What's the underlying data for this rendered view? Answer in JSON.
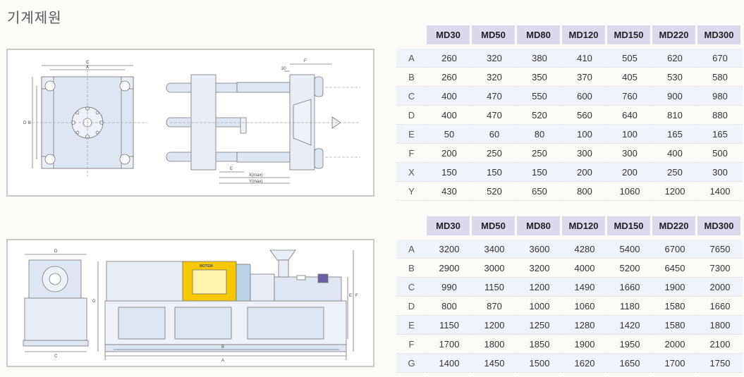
{
  "page": {
    "title": "기계제원"
  },
  "models": [
    "MD30",
    "MD50",
    "MD80",
    "MD120",
    "MD150",
    "MD220",
    "MD300"
  ],
  "table_mold": {
    "rows": [
      {
        "label": "A",
        "values": [
          "260",
          "320",
          "380",
          "410",
          "505",
          "620",
          "670"
        ]
      },
      {
        "label": "B",
        "values": [
          "260",
          "320",
          "350",
          "370",
          "405",
          "530",
          "580"
        ]
      },
      {
        "label": "C",
        "values": [
          "400",
          "470",
          "550",
          "600",
          "760",
          "900",
          "980"
        ]
      },
      {
        "label": "D",
        "values": [
          "400",
          "470",
          "520",
          "560",
          "640",
          "810",
          "880"
        ]
      },
      {
        "label": "E",
        "values": [
          "50",
          "60",
          "80",
          "100",
          "100",
          "165",
          "165"
        ]
      },
      {
        "label": "F",
        "values": [
          "200",
          "250",
          "250",
          "300",
          "300",
          "400",
          "500"
        ]
      },
      {
        "label": "X",
        "values": [
          "150",
          "150",
          "150",
          "200",
          "200",
          "250",
          "300"
        ]
      },
      {
        "label": "Y",
        "values": [
          "430",
          "520",
          "650",
          "800",
          "1060",
          "1200",
          "1400"
        ]
      }
    ]
  },
  "table_machine": {
    "rows": [
      {
        "label": "A",
        "values": [
          "3200",
          "3400",
          "3600",
          "4280",
          "5400",
          "6700",
          "7650"
        ]
      },
      {
        "label": "B",
        "values": [
          "2900",
          "3000",
          "3200",
          "4000",
          "5200",
          "6450",
          "7300"
        ]
      },
      {
        "label": "C",
        "values": [
          "990",
          "1150",
          "1200",
          "1490",
          "1660",
          "1900",
          "2000"
        ]
      },
      {
        "label": "D",
        "values": [
          "800",
          "870",
          "1000",
          "1060",
          "1180",
          "1580",
          "1660"
        ]
      },
      {
        "label": "E",
        "values": [
          "1150",
          "1200",
          "1250",
          "1280",
          "1420",
          "1580",
          "1800"
        ]
      },
      {
        "label": "F",
        "values": [
          "1700",
          "1800",
          "1850",
          "1900",
          "1950",
          "2000",
          "2100"
        ]
      },
      {
        "label": "G",
        "values": [
          "1400",
          "1450",
          "1500",
          "1620",
          "1650",
          "1700",
          "1750"
        ]
      }
    ]
  },
  "diagram_mold": {
    "labels": {
      "a": "A",
      "b": "B",
      "c": "C",
      "d": "D",
      "e": "E",
      "f": "F",
      "x": "X(max)",
      "y": "Y(max)",
      "dim30": "30"
    }
  },
  "diagram_machine": {
    "labels": {
      "a": "A",
      "b": "B",
      "c": "C",
      "d": "D",
      "e": "E",
      "f": "F",
      "g": "G"
    },
    "brand": "MOTEM"
  },
  "colors": {
    "header_bg": "#dcd9ed",
    "row_stripe": "#f0f3f9",
    "machine_yellow": "#f5c800",
    "machine_blue": "#b9d3e8"
  }
}
